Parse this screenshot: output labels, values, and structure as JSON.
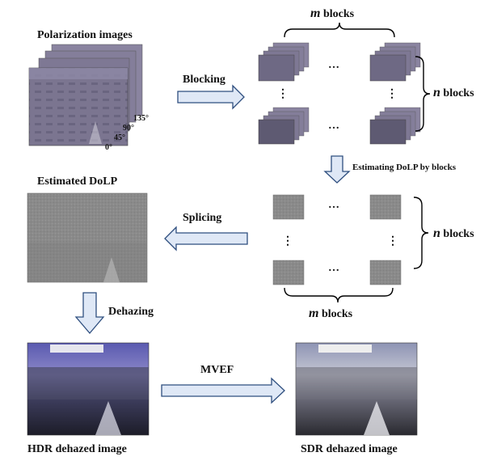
{
  "labels": {
    "polarization_images": "Polarization images",
    "angle_135": "135°",
    "angle_90": "90°",
    "angle_45": "45°",
    "angle_0": "0°",
    "blocking": "Blocking",
    "m_blocks_letter": "m",
    "m_blocks_word": " blocks",
    "n_blocks_letter": "n",
    "n_blocks_word": " blocks",
    "ellipsis": "…",
    "vdots": "⋮",
    "estimating": "Estimating DoLP by blocks",
    "estimated_dolp": "Estimated DoLP",
    "splicing": "Splicing",
    "dehazing": "Dehazing",
    "mvef": "MVEF",
    "hdr": "HDR dehazed image",
    "sdr": "SDR dehazed image"
  },
  "colors": {
    "arrow_fill": "#dfe8f6",
    "arrow_stroke": "#2f4f7f",
    "polar_image": "#7b7590",
    "polar_block": "#6e6984",
    "dolp_image": "#8a8a8a",
    "dolp_block": "#8c8c8c",
    "hdr_sky": "#6a68b8",
    "sdr_sky": "#9aa0b8",
    "brace": "#000000"
  }
}
